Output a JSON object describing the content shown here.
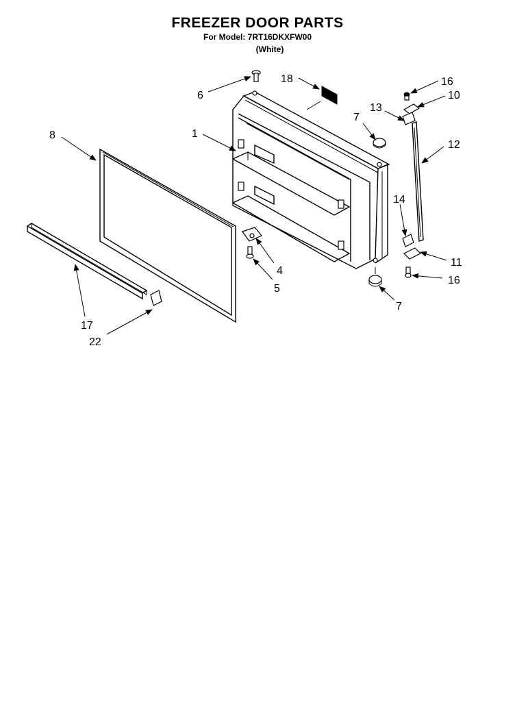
{
  "title": "FREEZER DOOR PARTS",
  "model_line": "For Model: 7RT16DKXFW00",
  "color_line": "(White)",
  "callouts": {
    "c1": "1",
    "c4": "4",
    "c5": "5",
    "c6": "6",
    "c7a": "7",
    "c7b": "7",
    "c8": "8",
    "c10": "10",
    "c11": "11",
    "c12": "12",
    "c13": "13",
    "c14": "14",
    "c16a": "16",
    "c16b": "16",
    "c17": "17",
    "c18": "18",
    "c22": "22"
  }
}
